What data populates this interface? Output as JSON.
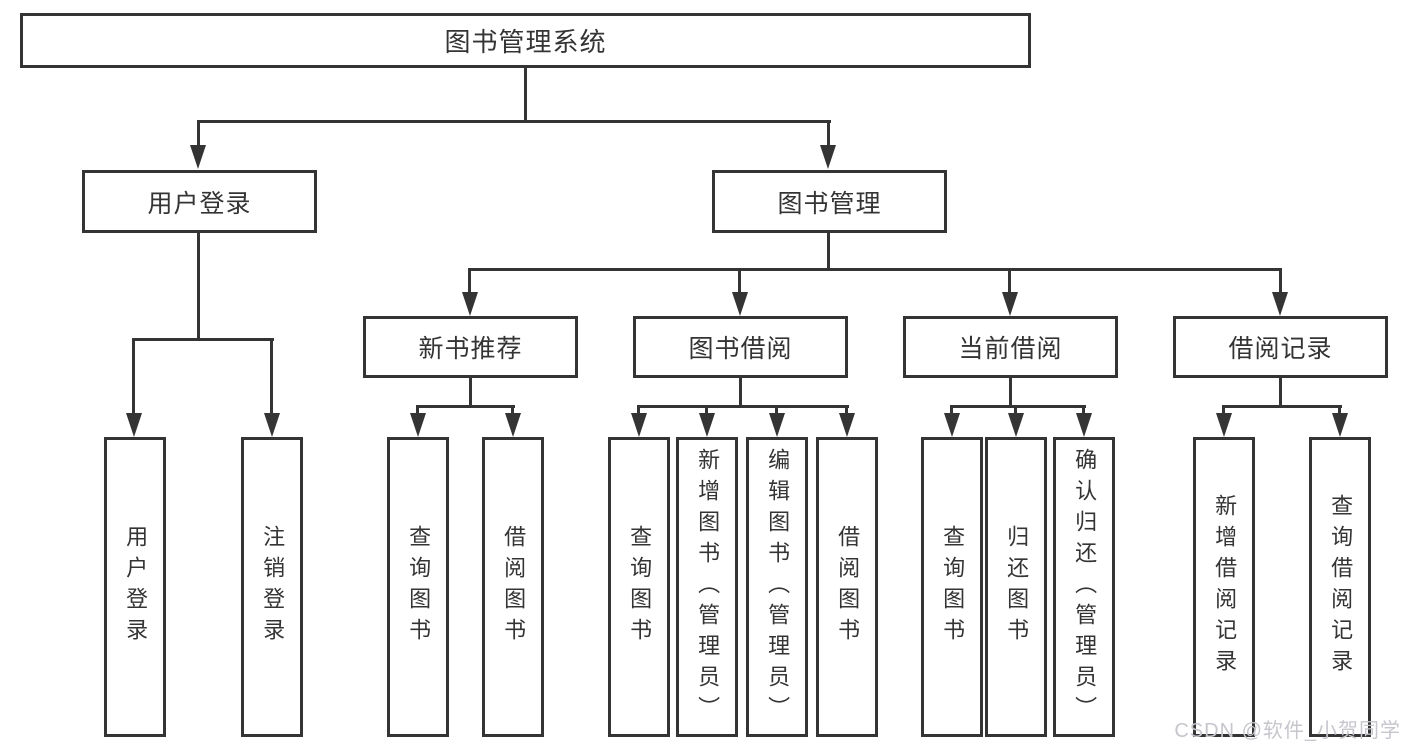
{
  "diagram": {
    "type": "tree",
    "root": {
      "label": "图书管理系统",
      "children": [
        {
          "label": "用户登录",
          "children": [
            {
              "label": "用户登录"
            },
            {
              "label": "注销登录"
            }
          ]
        },
        {
          "label": "图书管理",
          "children": [
            {
              "label": "新书推荐",
              "children": [
                {
                  "label": "查询图书"
                },
                {
                  "label": "借阅图书"
                }
              ]
            },
            {
              "label": "图书借阅",
              "children": [
                {
                  "label": "查询图书"
                },
                {
                  "label": "新增图书（管理员）"
                },
                {
                  "label": "编辑图书（管理员）"
                },
                {
                  "label": "借阅图书"
                }
              ]
            },
            {
              "label": "当前借阅",
              "children": [
                {
                  "label": "查询图书"
                },
                {
                  "label": "归还图书"
                },
                {
                  "label": "确认归还（管理员）"
                }
              ]
            },
            {
              "label": "借阅记录",
              "children": [
                {
                  "label": "新增借阅记录"
                },
                {
                  "label": "查询借阅记录"
                }
              ]
            }
          ]
        }
      ]
    },
    "colors": {
      "line": "#343434",
      "box_border": "#343434",
      "text": "#343434",
      "background": "#ffffff",
      "watermark": "#c6c6cd"
    }
  },
  "watermark": {
    "text": "CSDN @软件_小贺同学"
  }
}
